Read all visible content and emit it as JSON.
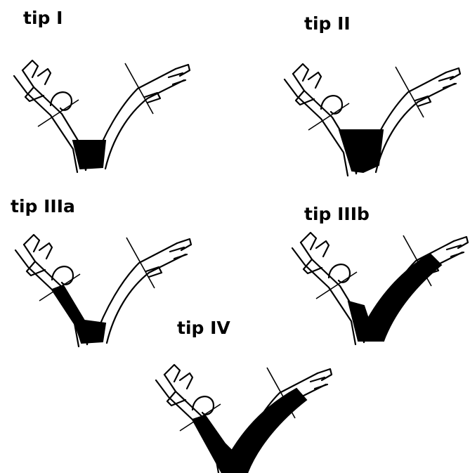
{
  "diagrams": [
    {
      "label": "tip I",
      "fill": "neck"
    },
    {
      "label": "tip II",
      "fill": "base"
    },
    {
      "label": "tip IIIa",
      "fill": "left"
    },
    {
      "label": "tip IIIb",
      "fill": "right"
    },
    {
      "label": "tip IV",
      "fill": "both"
    }
  ],
  "colors": {
    "ink": "#000000",
    "background": "#ffffff"
  }
}
